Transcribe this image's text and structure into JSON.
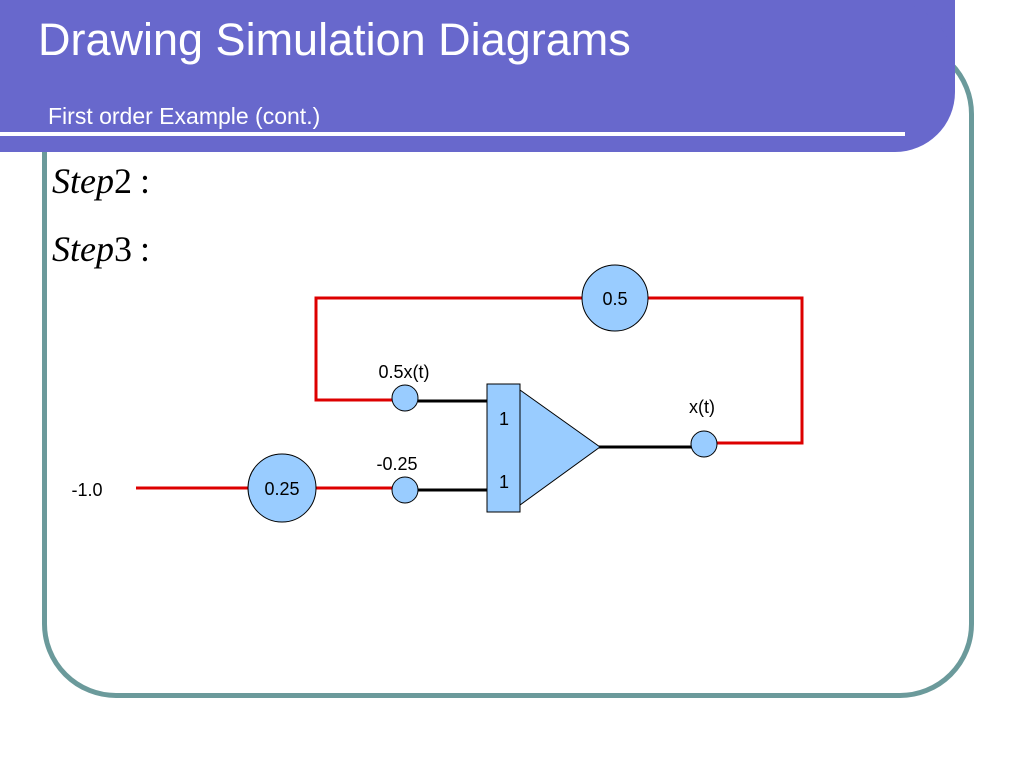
{
  "slide": {
    "title": "Drawing Simulation Diagrams",
    "subtitle": "First order Example (cont.)",
    "steps": [
      {
        "word": "Step",
        "number": "2",
        "colon": ":"
      },
      {
        "word": "Step",
        "number": "3",
        "colon": ":"
      }
    ]
  },
  "diagram": {
    "source_label": "-1.0",
    "input_gain": "0.25",
    "feedback_gain": "0.5",
    "node_top_label": "0.5x(t)",
    "node_bottom_label": "-0.25",
    "integrator_weights": [
      "1",
      "1"
    ],
    "output_label": "x(t)"
  },
  "colors": {
    "header": "#6868cc",
    "frame": "#6b9a9b",
    "node_fill": "#99ccff",
    "signal_line": "#dd0000",
    "wire": "#000000"
  }
}
